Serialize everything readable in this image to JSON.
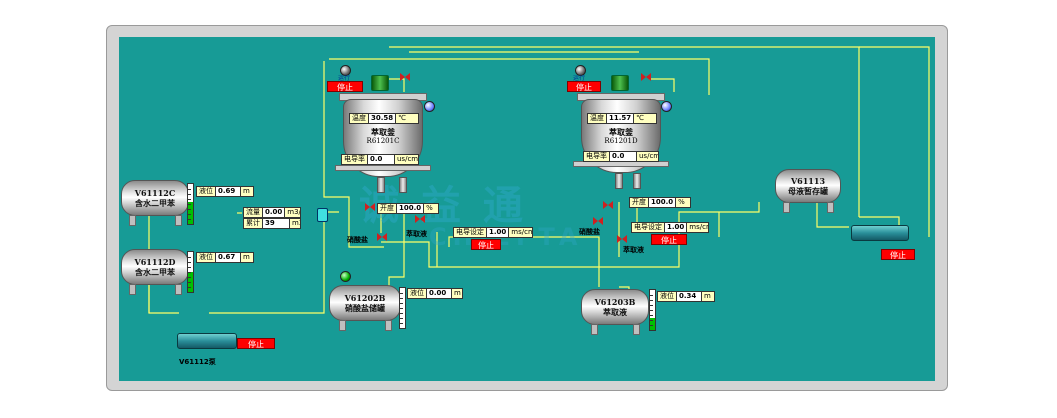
{
  "colors": {
    "background": "#179b96",
    "pipe": "#ffff66",
    "stop": "#ff0000",
    "panel": "#ffffc0",
    "level": "#00c000"
  },
  "watermark": {
    "cn": "诚 益 通",
    "en": "CHIEFTA"
  },
  "reactor_c": {
    "indicator_label": "运行",
    "stop": "停止",
    "temp_label": "温度",
    "temp_value": "30.58",
    "temp_unit": "℃",
    "name": "萃取釜",
    "tag": "R61201C",
    "cond_label": "电导率",
    "cond_value": "0.0",
    "cond_unit": "us/cm"
  },
  "reactor_d": {
    "indicator_label": "运行",
    "stop": "停止",
    "temp_label": "温度",
    "temp_value": "11.57",
    "temp_unit": "℃",
    "name": "萃取釜",
    "tag": "R61201D",
    "cond_label": "电导率",
    "cond_value": "0.0",
    "cond_unit": "us/cm"
  },
  "tank_v61112c": {
    "tag": "V61112C",
    "name": "含水二甲苯",
    "level_label": "液位",
    "level_value": "0.69",
    "level_unit": "m",
    "level_fraction": 0.55
  },
  "tank_v61112d": {
    "tag": "V61112D",
    "name": "含水二甲苯",
    "level_label": "液位",
    "level_value": "0.67",
    "level_unit": "m",
    "level_fraction": 0.5
  },
  "flowmeter": {
    "flow_label": "流量",
    "flow_value": "0.00",
    "flow_unit": "m3/h",
    "total_label": "累计",
    "total_value": "39",
    "total_unit": "m3"
  },
  "valve_c": {
    "open_label": "开度",
    "open_value": "100.0",
    "open_unit": "%",
    "label": "萃取液"
  },
  "valve_d": {
    "open_label": "开度",
    "open_value": "100.0",
    "open_unit": "%",
    "label": "萃取液"
  },
  "nitrate_labels": {
    "left": "硝酸盐",
    "right": "硝酸盐"
  },
  "cond_set_c": {
    "label": "电导设定",
    "value": "1.00",
    "unit": "ms/cm",
    "stop": "停止"
  },
  "cond_set_d": {
    "label": "电导设定",
    "value": "1.00",
    "unit": "ms/cm",
    "stop": "停止"
  },
  "tank_v61202b": {
    "tag": "V61202B",
    "name": "硝酸盐储罐",
    "level_label": "液位",
    "level_value": "0.00",
    "level_unit": "m",
    "level_fraction": 0.0
  },
  "tank_v61203b": {
    "tag": "V61203B",
    "name": "萃取液",
    "level_label": "液位",
    "level_value": "0.34",
    "level_unit": "m",
    "level_fraction": 0.3
  },
  "tank_v61113": {
    "tag": "V61113",
    "name": "母液暂存罐"
  },
  "pump_v61112": {
    "label": "V61112泵",
    "stop": "停止"
  },
  "pump_right": {
    "stop": "停止"
  }
}
